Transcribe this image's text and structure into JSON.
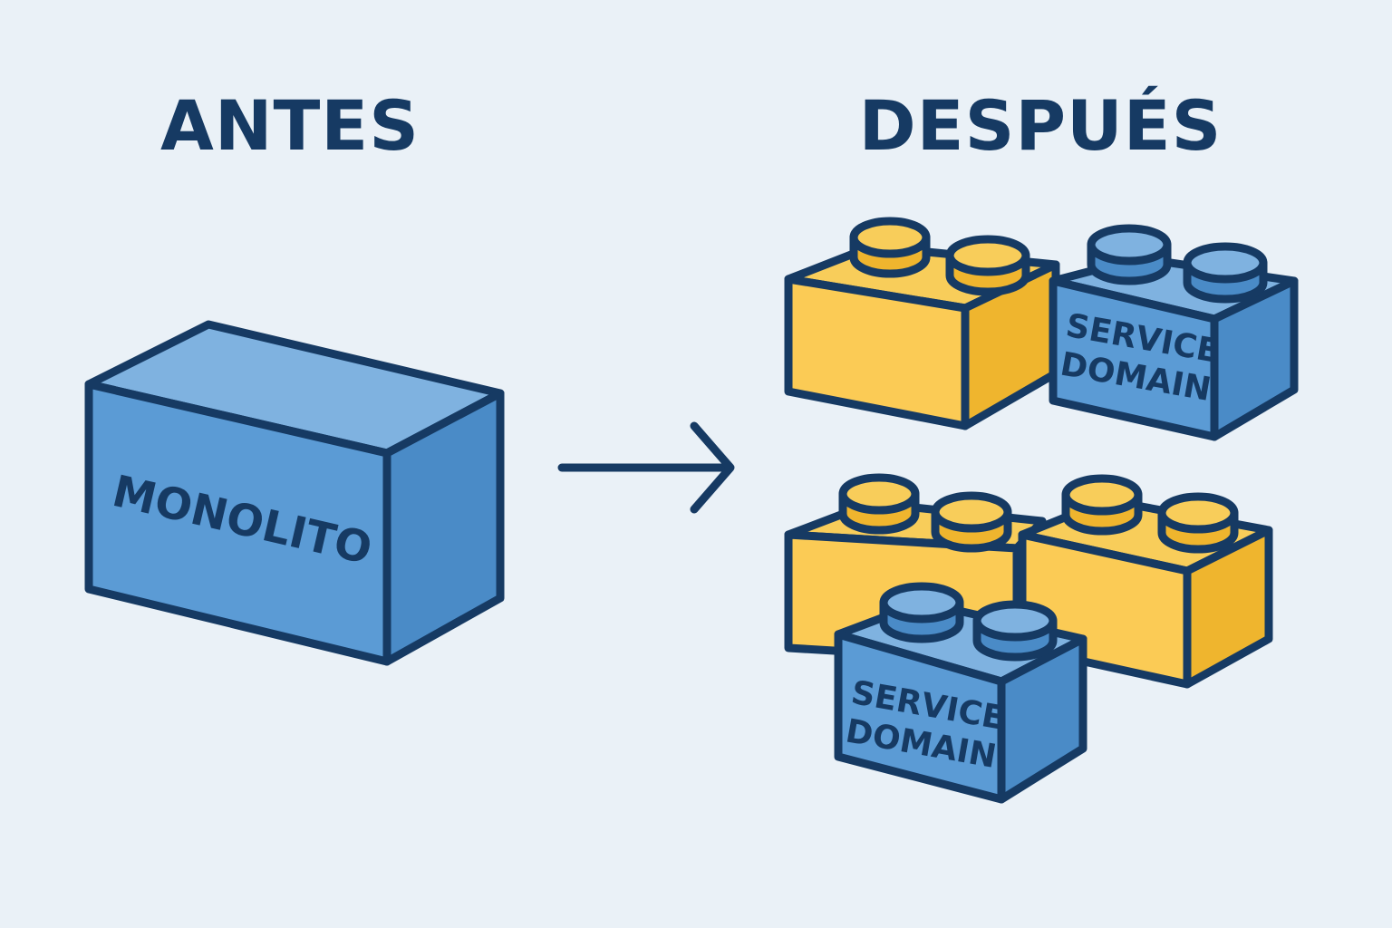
{
  "headings": {
    "before": "ANTES",
    "after": "DESPUÉS"
  },
  "monolith": {
    "label": "MONOLITO"
  },
  "service_bricks": [
    {
      "line1": "SERVICE",
      "line2": "DOMAIN"
    },
    {
      "line1": "SERVICE",
      "line2": "DOMAIN"
    }
  ],
  "colors": {
    "background": "#eaf1f7",
    "outline": "#163a63",
    "blue_top": "#7fb2e0",
    "blue_front": "#5b9bd5",
    "blue_side": "#4a8bc7",
    "yellow_top": "#f8cd5a",
    "yellow_front": "#fbcb55",
    "yellow_side": "#efb52e"
  },
  "icons": {
    "arrow": "right-arrow-icon"
  }
}
